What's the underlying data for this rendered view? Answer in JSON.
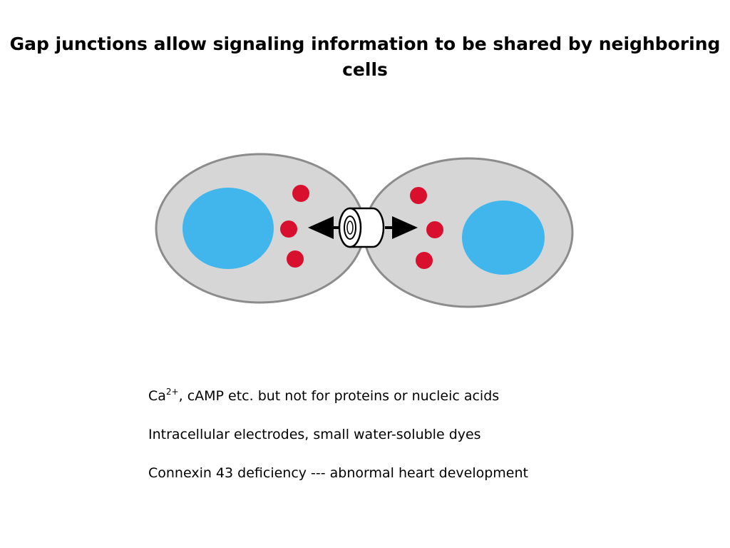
{
  "slide": {
    "title": "Gap junctions allow signaling information to be shared by neighboring cells"
  },
  "diagram": {
    "colors": {
      "cytoplasm": "#d6d6d6",
      "membrane": "#8c8c8c",
      "nucleus": "#40b6ec",
      "molecule": "#d8102e",
      "arrow": "#000000",
      "channel": "#ffffff"
    },
    "icons": [
      "left-arrow-icon",
      "right-arrow-icon",
      "gap-junction-channel-icon"
    ]
  },
  "notes": [
    {
      "text_pre": "Ca",
      "superscript": "2+",
      "text_post": ", cAMP etc. but not for proteins or nucleic acids"
    },
    {
      "text": "Intracellular electrodes, small water-soluble dyes"
    },
    {
      "text": "Connexin 43 deficiency --- abnormal heart development"
    }
  ]
}
